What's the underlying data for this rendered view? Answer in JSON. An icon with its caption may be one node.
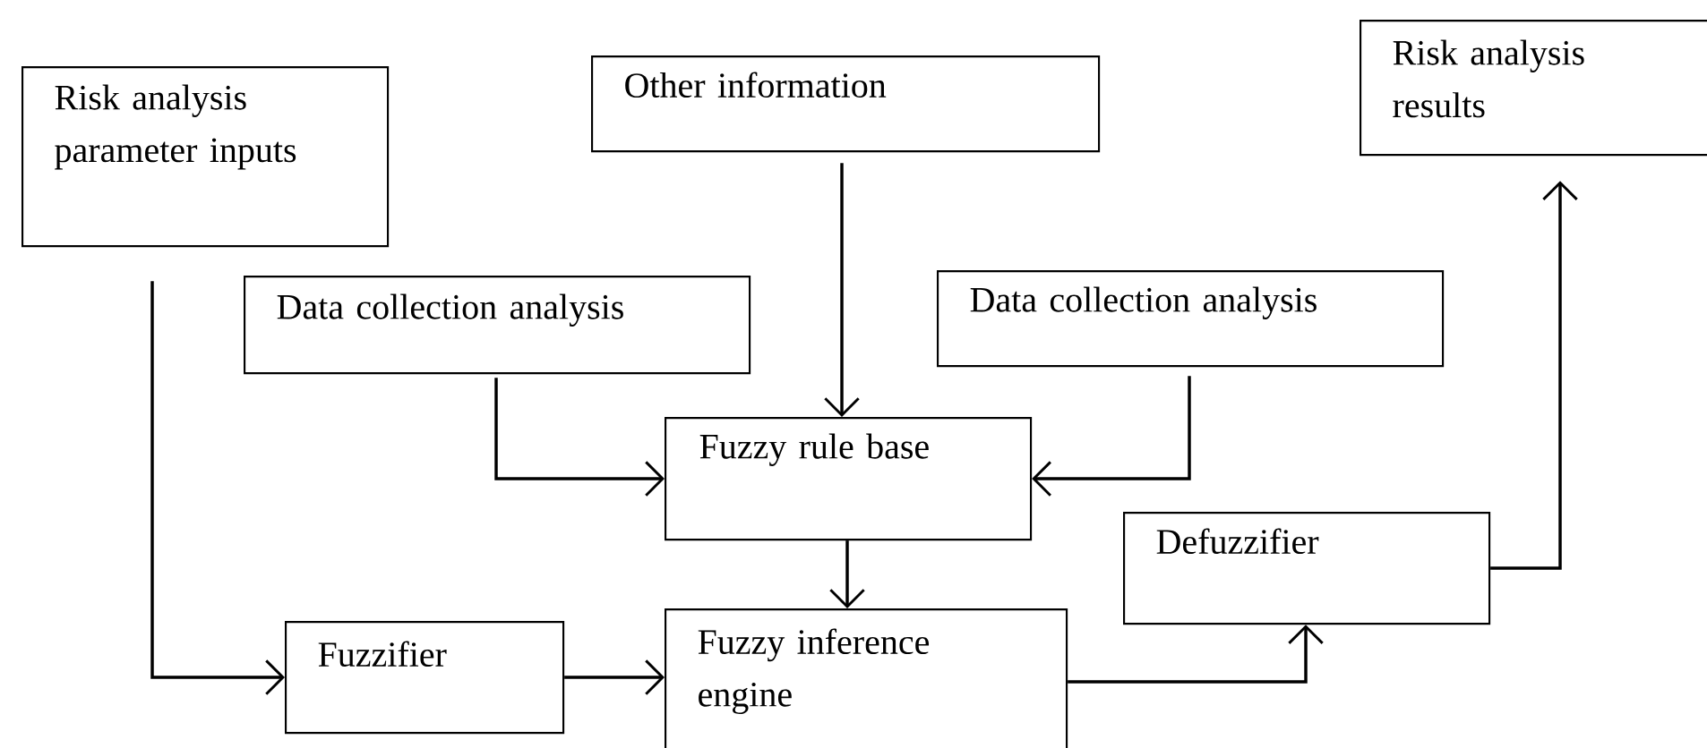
{
  "diagram": {
    "nodes": [
      {
        "text": [
          "Risk analysis parameter inputs"
        ]
      },
      {
        "text": [
          "Other information"
        ]
      },
      {
        "text": [
          "Risk analysis results"
        ]
      },
      {
        "text": [
          "Data collection analysis"
        ]
      },
      {
        "text": [
          "Data collection analysis"
        ]
      },
      {
        "text": [
          "Fuzzy rule base"
        ]
      },
      {
        "text": [
          "Fuzzifier"
        ]
      },
      {
        "text": [
          "Fuzzy inference engine"
        ]
      },
      {
        "text": [
          "Defuzzifier"
        ]
      }
    ],
    "edges": [
      {
        "from": 0,
        "to": 6,
        "arrow": "to"
      },
      {
        "from": 1,
        "to": 5,
        "arrow": "to"
      },
      {
        "from": 3,
        "to": 5,
        "arrow": "to"
      },
      {
        "from": 4,
        "to": 5,
        "arrow": "to"
      },
      {
        "from": 5,
        "to": 7,
        "arrow": "to"
      },
      {
        "from": 6,
        "to": 7,
        "arrow": "to"
      },
      {
        "from": 7,
        "to": 8,
        "arrow": "to"
      },
      {
        "from": 8,
        "to": 2,
        "arrow": "to"
      }
    ]
  }
}
